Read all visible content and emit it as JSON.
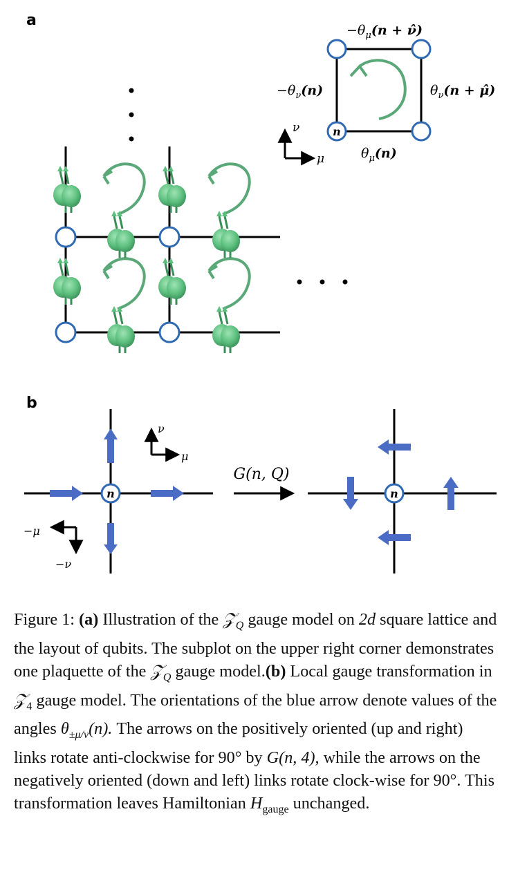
{
  "panel_a": {
    "label": "a",
    "plaquette": {
      "top_label": "−θ",
      "top_sub": "μ",
      "top_arg": "(n + ν̂)",
      "left_label": "−θ",
      "left_sub": "ν",
      "left_arg": "(n)",
      "right_label": "θ",
      "right_sub": "ν",
      "right_arg": "(n + μ̂)",
      "bottom_label": "θ",
      "bottom_sub": "μ",
      "bottom_arg": "(n)",
      "site_label": "n",
      "axis_mu": "μ",
      "axis_nu": "ν"
    },
    "vertical_ellipsis": "⋮",
    "horizontal_ellipsis": "· · ·"
  },
  "panel_b": {
    "label": "b",
    "site_label_left": "n",
    "site_label_right": "n",
    "axis_mu": "μ",
    "axis_nu": "ν",
    "axis_neg_mu": "−μ",
    "axis_neg_nu": "−ν",
    "transform_label": "G(n, Q)"
  },
  "colors": {
    "lattice": "#000000",
    "site_stroke": "#2f6ab3",
    "gauge_arrow": "#4a6cc5",
    "rotation_arrow": "#5aa878",
    "qubit": "#5cbf7e"
  },
  "caption": {
    "fig_label": "Figure 1:",
    "part_a": "(a)",
    "t1": "Illustration of the",
    "zq": "𝒵",
    "zq_sub": "Q",
    "t2": "gauge model on",
    "dim": "2d",
    "t3": "square lattice and the layout of qubits. The subplot on the upper right corner demonstrates one plaquette of the",
    "zq2": "𝒵",
    "zq2_sub": "Q",
    "t4": "gauge model.",
    "part_b": "(b)",
    "t5": "Local gauge transformation in",
    "z4": "𝒵",
    "z4_sub": "4",
    "t6": "gauge model. The orientations of the blue arrow denote values of the angles",
    "theta": "θ",
    "theta_sub": "±μ/ν",
    "theta_arg": "(n).",
    "t7": "The arrows on the positively oriented (up and right) links rotate anti-clockwise for 90° by",
    "g": "G",
    "g_arg": "(n, 4),",
    "t8": "while the arrows on the negatively oriented (down and left) links rotate clock-wise for 90°. This transformation leaves Hamiltonian",
    "h": "H",
    "h_sub": "gauge",
    "t9": "unchanged."
  }
}
